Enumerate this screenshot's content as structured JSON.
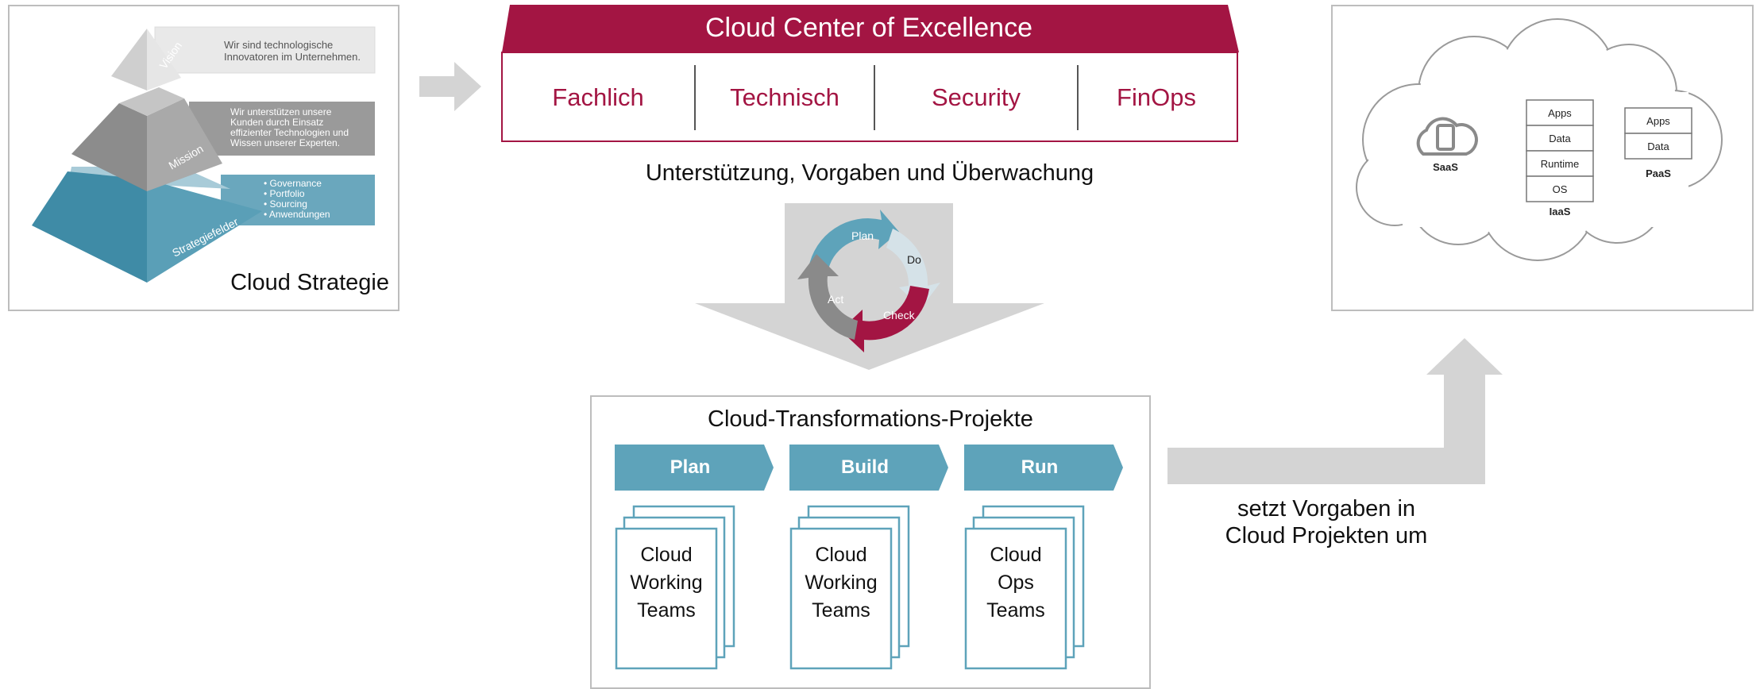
{
  "strategy": {
    "caption": "Cloud Strategie",
    "vision_label": "Vision",
    "mission_label": "Mission",
    "fields_label": "Strategiefelder",
    "vision_text": [
      "Wir sind technologische",
      "Innovatoren im Unternehmen."
    ],
    "mission_text": [
      "Wir unterstützen unsere",
      "Kunden durch Einsatz",
      "effizienter Technologien und",
      "Wissen unserer Experten."
    ],
    "fields_items": [
      "• Governance",
      "• Portfolio",
      "• Sourcing",
      "• Anwendungen"
    ]
  },
  "ccoe": {
    "title": "Cloud Center of Excellence",
    "cells": [
      "Fachlich",
      "Technisch",
      "Security",
      "FinOps"
    ],
    "subtitle": "Unterstützung, Vorgaben und Überwachung"
  },
  "cycle": {
    "plan": "Plan",
    "do": "Do",
    "check": "Check",
    "act": "Act"
  },
  "projects": {
    "title": "Cloud-Transformations-Projekte",
    "phases": [
      "Plan",
      "Build",
      "Run"
    ],
    "teams": [
      [
        "Cloud",
        "Working",
        "Teams"
      ],
      [
        "Cloud",
        "Working",
        "Teams"
      ],
      [
        "Cloud",
        "Ops",
        "Teams"
      ]
    ]
  },
  "implement": {
    "line1": "setzt Vorgaben in",
    "line2": "Cloud Projekten um"
  },
  "cloud": {
    "saas": "SaaS",
    "iaas_stack": [
      "Apps",
      "Data",
      "Runtime",
      "OS"
    ],
    "iaas": "IaaS",
    "paas_stack": [
      "Apps",
      "Data"
    ],
    "paas": "PaaS"
  },
  "colors": {
    "ccoe_red": "#a31543",
    "teal": "#5ea3ba",
    "arrow_gray": "#d4d4d4"
  }
}
